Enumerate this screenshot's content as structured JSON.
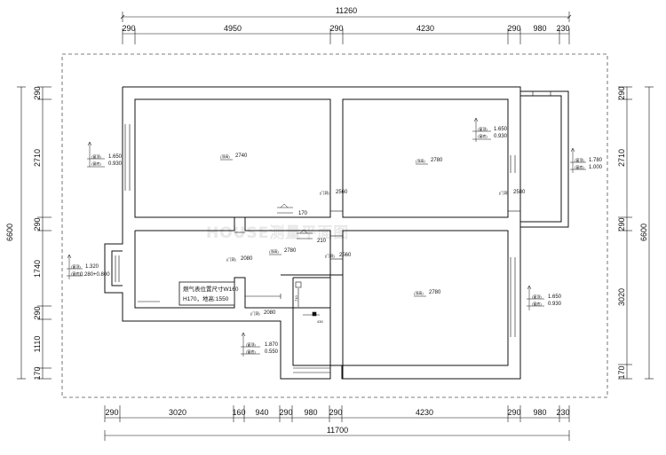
{
  "dims_top": {
    "total": "11260",
    "segments": [
      "290",
      "4950",
      "290",
      "4230",
      "290",
      "980",
      "230"
    ]
  },
  "dims_bottom": {
    "total": "11700",
    "segments": [
      "290",
      "3020",
      "160",
      "940",
      "290",
      "980",
      "290",
      "4230",
      "290",
      "980",
      "230"
    ]
  },
  "dims_left": {
    "total": "6600",
    "segments": [
      "290",
      "2710",
      "290",
      "1740",
      "290",
      "1110",
      "170"
    ]
  },
  "dims_right": {
    "total": "6600",
    "segments": [
      "290",
      "2710",
      "290",
      "3020",
      "170"
    ]
  },
  "ceiling_heights": {
    "room_top_left": "2740",
    "room_top_right": "2780",
    "room_mid_left": "2780",
    "room_bottom_right": "2780",
    "tag": "(顶高)"
  },
  "door_heights": {
    "tag": "(门洞)",
    "d1": "2560",
    "d2": "2580",
    "d3": "2080",
    "d4": "2560",
    "d5": "2080"
  },
  "window_marks": {
    "tag_top": "(窗顶)",
    "tag_bottom": "(窗底)",
    "w_left": {
      "top": "1.650",
      "bottom": "0.930"
    },
    "w_top_right": {
      "top": "1.650",
      "bottom": "0.930"
    },
    "w_balcony": {
      "top": "1.780",
      "bottom": "1.000"
    },
    "w_left_small": {
      "top": "1.320",
      "bottom": "0.280+0.800"
    },
    "w_bottom_mid": {
      "top": "1.870",
      "bottom": "0.550"
    },
    "w_bottom_right": {
      "top": "1.650",
      "bottom": "0.930"
    }
  },
  "beam_marks": {
    "b1": "170",
    "b2": "210"
  },
  "kitchen_dims": {
    "vertical": "710",
    "horizontal": "430"
  },
  "note": {
    "line1": "燃气表位置尺寸W160",
    "line2": "H170，地高:1550"
  },
  "watermark": "HOUSE测量平面图",
  "colors": {
    "line": "#111111",
    "dash": "#555555",
    "wall_fill": "#ffffff",
    "watermark": "#e8e8e8"
  }
}
